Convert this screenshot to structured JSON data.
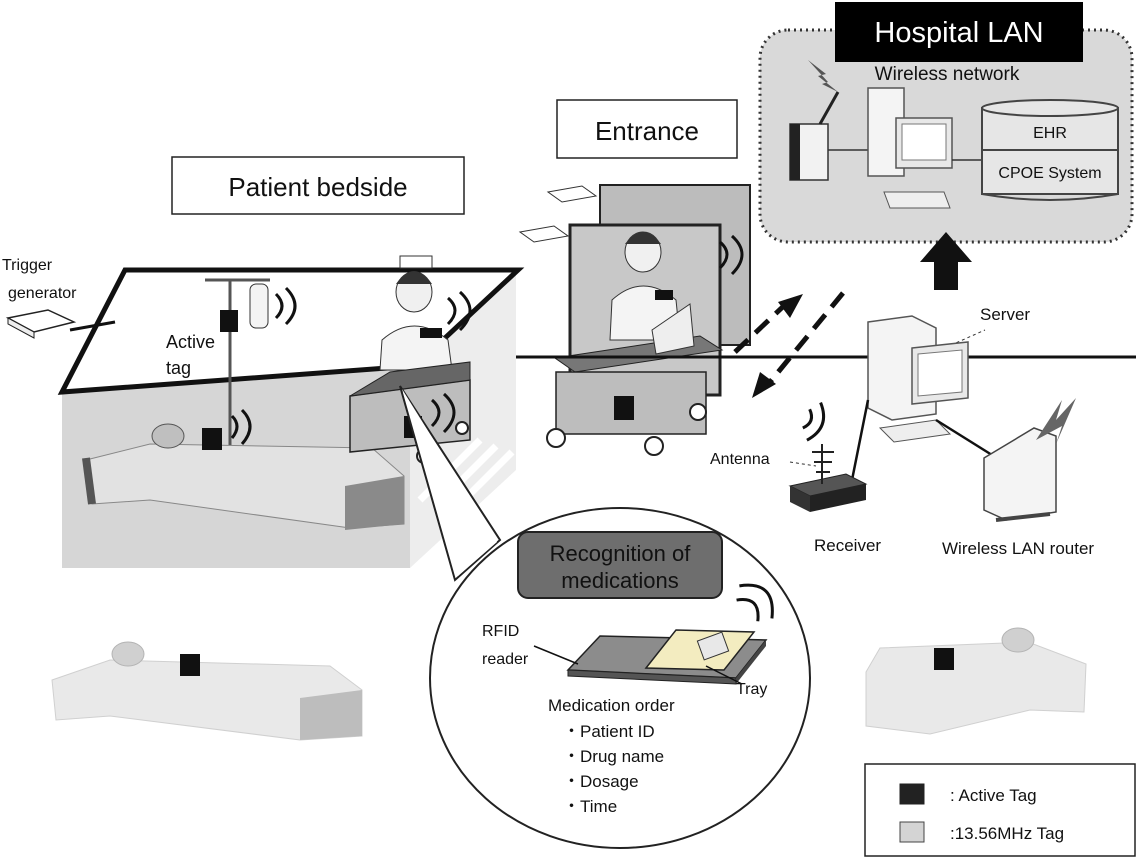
{
  "hospital_lan": {
    "title": "Hospital LAN",
    "wireless_network": "Wireless  network",
    "ehr": "EHR",
    "cpoe": "CPOE System"
  },
  "areas": {
    "entrance": "Entrance",
    "patient_bedside": "Patient bedside"
  },
  "labels": {
    "trigger_line1": "Trigger",
    "trigger_line2": "generator",
    "active_tag_line1": "Active",
    "active_tag_line2": "tag",
    "server": "Server",
    "antenna": "Antenna",
    "receiver": "Receiver",
    "wireless_lan_router": "Wireless LAN router"
  },
  "recognition": {
    "title_line1": "Recognition of",
    "title_line2": "medications",
    "rfid_line1": "RFID",
    "rfid_line2": "reader",
    "tray": "Tray",
    "order_title": "Medication order",
    "order_items": [
      "・Patient ID",
      "・Drug name",
      "・Dosage",
      "・Time"
    ]
  },
  "legend": {
    "active_tag": ": Active Tag",
    "mhz_tag": ":13.56MHz Tag",
    "active_color": "#222222",
    "mhz_color": "#d4d4d4"
  }
}
